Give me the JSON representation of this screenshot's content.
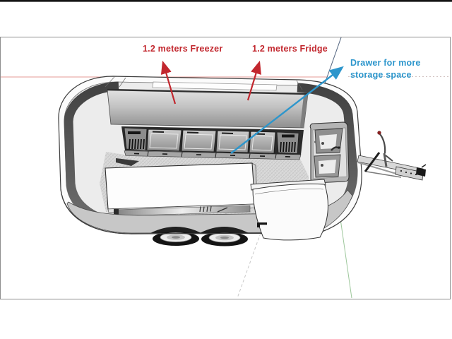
{
  "page": {
    "background": "#ffffff",
    "top_bar_color": "#141414",
    "viewport_border_color": "#8e8e8e",
    "scene_type": "3D plan view of a mobile kitchen food trailer (SketchUp-style render)"
  },
  "annotations": {
    "freezer": {
      "text": "1.2 meters Freezer",
      "color": "#c2272e"
    },
    "fridge": {
      "text": "1.2 meters Fridge",
      "color": "#c2272e"
    },
    "drawer": {
      "line1": "Drawer for more",
      "line2": "storage space",
      "color": "#2d96cc"
    }
  },
  "axes": {
    "red_axis_color": "#e59a94",
    "green_axis_color": "#9dc79b",
    "blue_axis_color": "#5a6b85",
    "guide_dash_color": "#c9c9c9"
  }
}
